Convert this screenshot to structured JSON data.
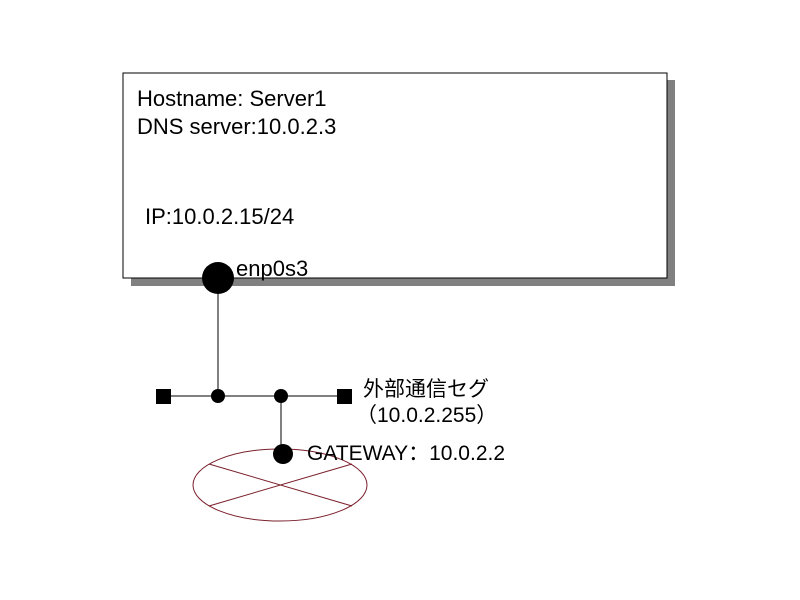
{
  "server": {
    "hostname": "Hostname:  Server1",
    "dns": "DNS server:10.0.2.3",
    "ip": "IP:10.0.2.15/24",
    "interface": "enp0s3"
  },
  "segment": {
    "name": "外部通信セグ",
    "broadcast": "（10.0.2.255）"
  },
  "gateway": {
    "label": "GATEWAY：10.0.2.2"
  },
  "colors": {
    "line": "#000000",
    "shadow": "#808080",
    "router_outline": "#7a1f2b"
  }
}
